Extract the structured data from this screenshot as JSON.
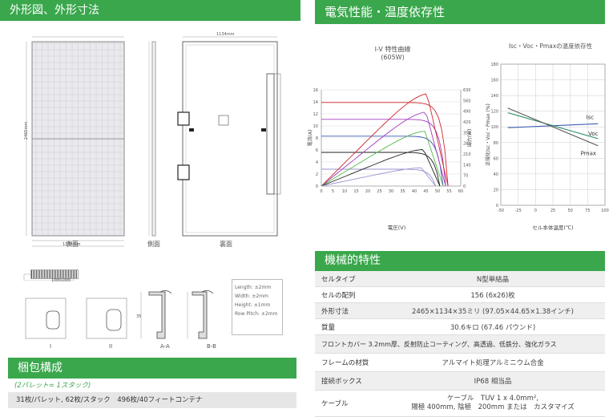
{
  "sections": {
    "dimensions": "外形図、外形寸法",
    "electrical": "電気性能・温度依存性",
    "mechanical": "機械的特性",
    "packing": "梱包構成"
  },
  "drawing": {
    "front_label": "表面",
    "side_label": "側面",
    "back_label": "裏面",
    "width_dim": "1134mm",
    "height_dim": "2465mm",
    "back_width_dim": "1134mm",
    "section_I": "I",
    "section_II": "II",
    "section_AA": "A-A",
    "section_BB": "B-B",
    "dim_35": "35",
    "tolerances": [
      "Length: ±2mm",
      "Width: ±2mm",
      "Height: ±1mm",
      "Row Pitch: ±2mm"
    ],
    "barcode_text": "10001000"
  },
  "iv_chart": {
    "title_line1": "I-V 特性曲線",
    "title_line2": "(605W)",
    "xlabel": "電圧(V)",
    "ylabel_left": "電流(A)",
    "ylabel_right": "出力(W)",
    "x_ticks": [
      "0",
      "5",
      "10",
      "15",
      "20",
      "25",
      "30",
      "35",
      "40",
      "45",
      "50",
      "55",
      "60"
    ],
    "y_left_ticks": [
      "0",
      "2",
      "4",
      "6",
      "8",
      "10",
      "12",
      "14",
      "16"
    ],
    "y_right_ticks": [
      "0",
      "70",
      "140",
      "210",
      "280",
      "350",
      "420",
      "490",
      "560",
      "630"
    ]
  },
  "temp_chart": {
    "title": "Isc・Voc・Pmaxの温度依存性",
    "xlabel": "セル本体温度(℃)",
    "ylabel": "正規化Isc・Voc・Pmax (%)",
    "x_ticks": [
      "-50",
      "-25",
      "0",
      "25",
      "50",
      "75",
      "100"
    ],
    "y_ticks": [
      "0",
      "20",
      "40",
      "60",
      "80",
      "100",
      "120",
      "140",
      "160",
      "180"
    ],
    "legend": [
      "Isc",
      "Voc",
      "Pmax"
    ]
  },
  "chart_data": [
    {
      "type": "line",
      "title": "I-V 特性曲線 (605W)",
      "xlabel": "電圧(V)",
      "ylabel": "電流(A)",
      "xlim": [
        0,
        60
      ],
      "ylim": [
        0,
        16
      ],
      "y2lim": [
        0,
        630
      ],
      "iv_curves": [
        {
          "isc": 13.9,
          "voc": 54.5,
          "color": "#d0282c"
        },
        {
          "isc": 11.1,
          "voc": 53.5,
          "color": "#a03cbe"
        },
        {
          "isc": 8.3,
          "voc": 52.4,
          "color": "#3c58b4"
        },
        {
          "isc": 5.6,
          "voc": 51.0,
          "color": "#222222"
        },
        {
          "isc": 2.8,
          "voc": 49.2,
          "color": "#9a90d0"
        }
      ],
      "power_curves": [
        {
          "pmax": 605,
          "vmp": 45.5,
          "voc": 54.5,
          "color": "#d0282c"
        },
        {
          "pmax": 485,
          "vmp": 45.0,
          "voc": 53.5,
          "color": "#a03cbe"
        },
        {
          "pmax": 360,
          "vmp": 44.5,
          "voc": 52.4,
          "color": "#55b84a"
        },
        {
          "pmax": 240,
          "vmp": 44.0,
          "voc": 51.0,
          "color": "#222222"
        },
        {
          "pmax": 120,
          "vmp": 43.0,
          "voc": 49.2,
          "color": "#9a90d0"
        }
      ]
    },
    {
      "type": "line",
      "title": "Isc・Voc・Pmaxの温度依存性",
      "xlabel": "セル本体温度(℃)",
      "ylabel": "正規化Isc・Voc・Pmax (%)",
      "xlim": [
        -50,
        100
      ],
      "ylim": [
        0,
        180
      ],
      "series": [
        {
          "name": "Isc",
          "x": [
            -40,
            90
          ],
          "y": [
            99,
            104
          ],
          "color": "#3c5fb4"
        },
        {
          "name": "Voc",
          "x": [
            -40,
            90
          ],
          "y": [
            118,
            85
          ],
          "color": "#2a8a60"
        },
        {
          "name": "Pmax",
          "x": [
            -40,
            90
          ],
          "y": [
            124,
            76
          ],
          "color": "#555555"
        }
      ]
    }
  ],
  "specs": [
    {
      "key": "セルタイプ",
      "value": "N型単結晶"
    },
    {
      "key": "セルの配列",
      "value": "156 (6x26)枚"
    },
    {
      "key": "外形寸法",
      "value": "2465×1134×35ミリ (97.05×44.65×1.38インチ)"
    },
    {
      "key": "質量",
      "value": "30.6キロ (67.46 パウンド)"
    },
    {
      "key": "フロントカバー",
      "value": "3.2mm厚、反射防止コーティング、高透過、低鉄分、強化ガラス"
    },
    {
      "key": "フレームの材質",
      "value": "アルマイト処理アルミニウム合金"
    },
    {
      "key": "接続ボックス",
      "value": "IP68 相当品"
    },
    {
      "key": "ケーブル",
      "value": "ケーブル　TUV 1 x 4.0mm²,",
      "value2": "陽極 400mm, 陰極　200mm または　カスタマイズ"
    }
  ],
  "packing": {
    "note": "(2パレット= 1スタック)",
    "detail": "31枚/パレット, 62枚/スタック　496枚/40フィートコンテナ"
  },
  "colors": {
    "accent": "#3aa74c",
    "row_alt": "#efefef"
  }
}
